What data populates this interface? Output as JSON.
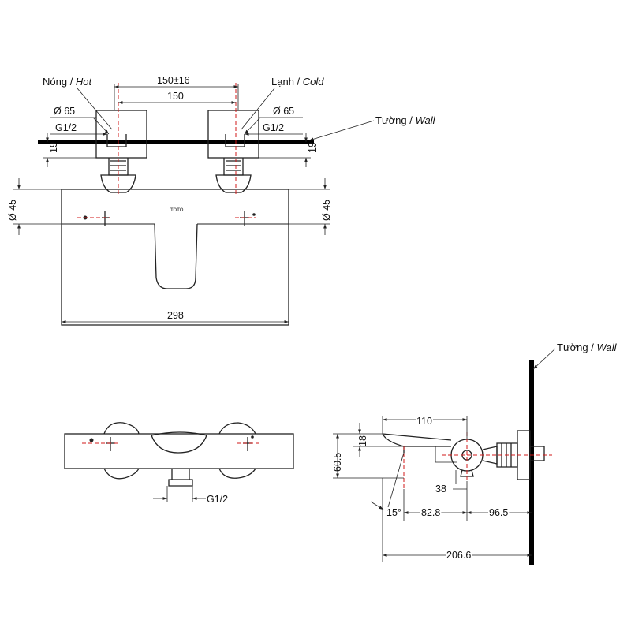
{
  "labels": {
    "hot_prefix": "Nóng / ",
    "hot_en": "Hot",
    "cold_prefix": "Lạnh / ",
    "cold_en": "Cold",
    "wall_prefix": "Tường / ",
    "wall_en": "Wall",
    "brand_mark": "TOTO"
  },
  "dimensions": {
    "inlet_spacing_tol": "150±16",
    "inlet_spacing": "150",
    "cover_dia_left": "Ø 65",
    "cover_dia_right": "Ø 65",
    "thread_left": "G1/2",
    "thread_right": "G1/2",
    "wall_gap_left": "19",
    "wall_gap_right": "19",
    "body_dia_left": "Ø 45",
    "body_dia_right": "Ø 45",
    "overall_width": "298",
    "outlet_thread": "G1/2",
    "spout_reach": "110",
    "total_height": "60.5",
    "top_offset": "18",
    "outlet_drop": "38",
    "spout_angle": "15°",
    "spout_depth": "82.8",
    "body_depth": "96.5",
    "total_depth": "206.6"
  }
}
